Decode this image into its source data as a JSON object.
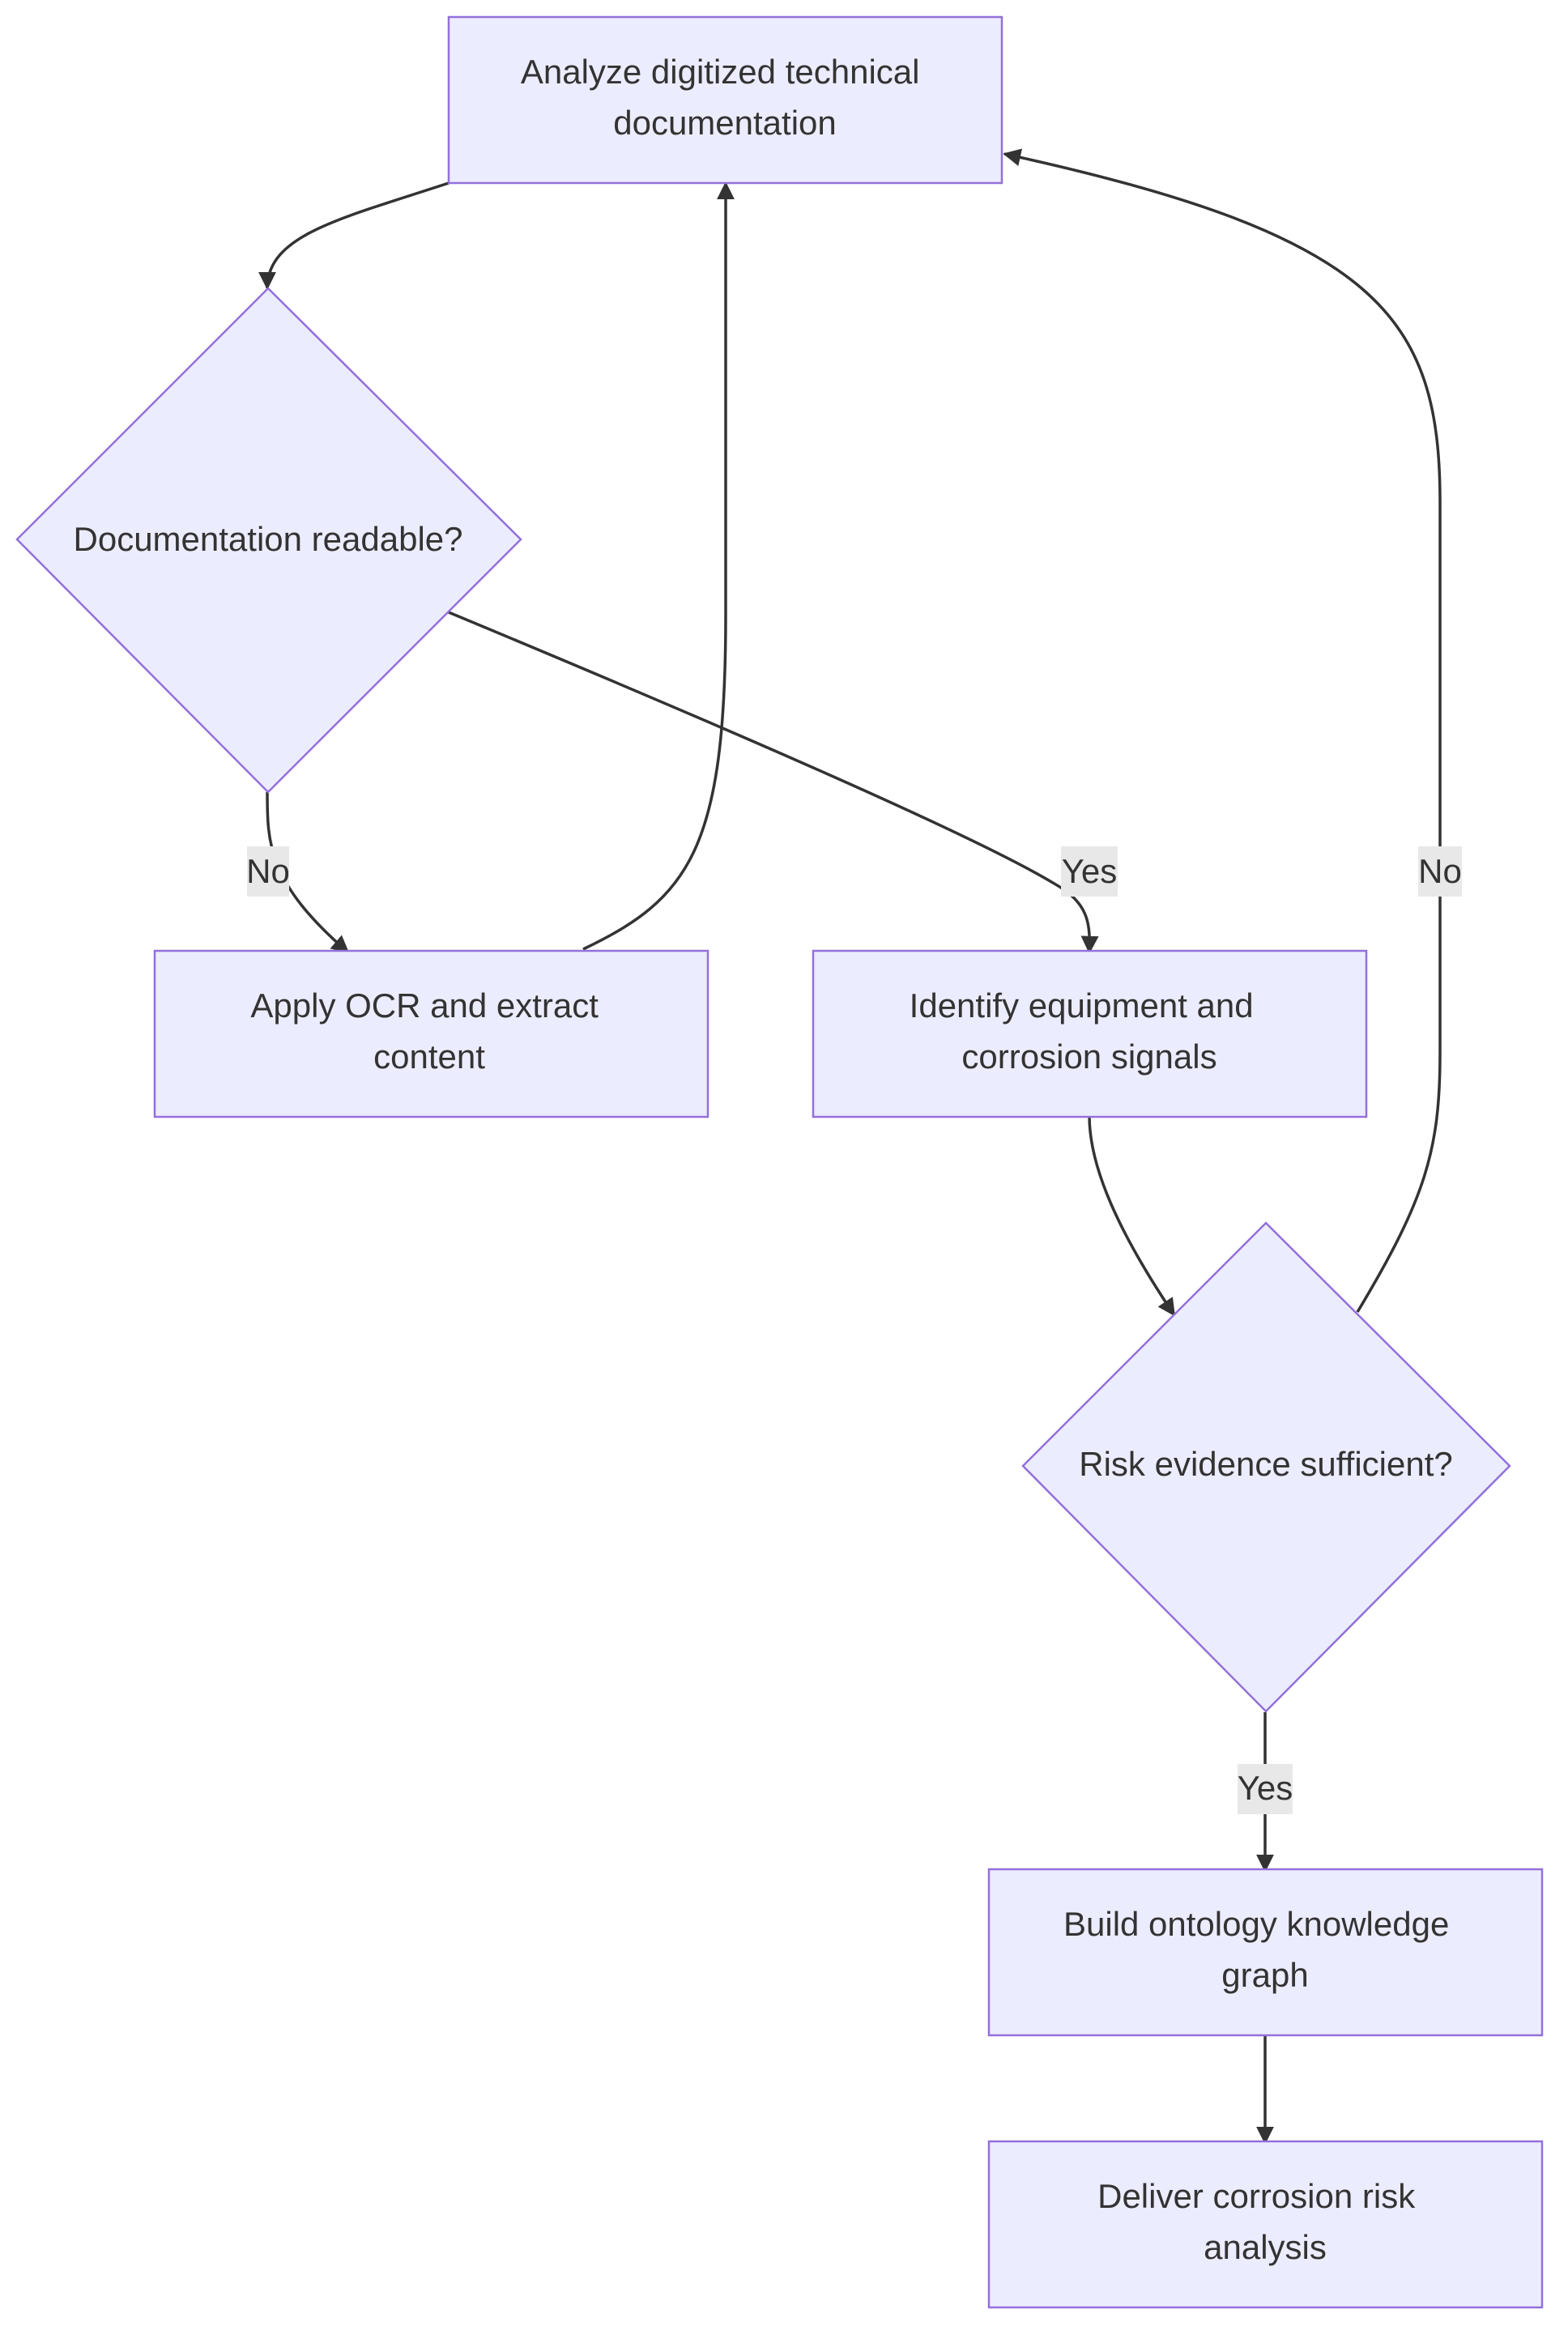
{
  "nodes": {
    "analyze": {
      "lines": [
        "Analyze digitized technical",
        "documentation"
      ]
    },
    "readable": {
      "lines": [
        "Documentation readable?"
      ]
    },
    "ocr": {
      "lines": [
        "Apply OCR and extract",
        "content"
      ]
    },
    "identify": {
      "lines": [
        "Identify equipment and",
        "corrosion signals"
      ]
    },
    "risk": {
      "lines": [
        "Risk evidence sufficient?"
      ]
    },
    "ontology": {
      "lines": [
        "Build ontology knowledge",
        "graph"
      ]
    },
    "deliver": {
      "lines": [
        "Deliver corrosion risk",
        "analysis"
      ]
    }
  },
  "edges": {
    "readable_no": {
      "label": "No"
    },
    "readable_yes": {
      "label": "Yes"
    },
    "risk_no": {
      "label": "No"
    },
    "risk_yes": {
      "label": "Yes"
    }
  },
  "colors": {
    "node_fill": "#ececff",
    "node_stroke": "#9370db",
    "edge": "#333333",
    "label_bg": "#e8e8e8",
    "text": "#333333"
  }
}
